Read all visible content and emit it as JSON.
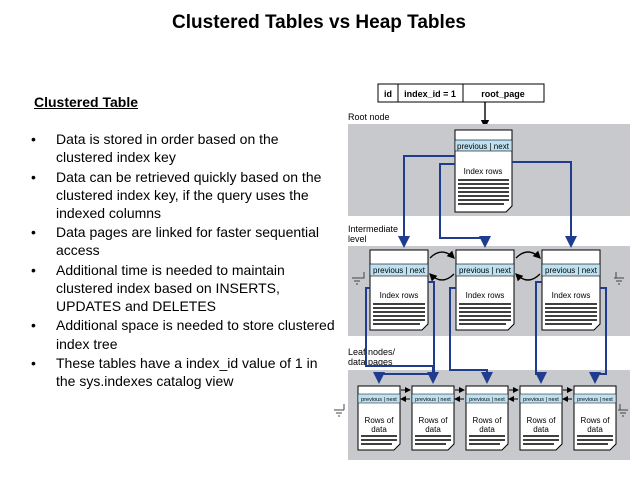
{
  "title": "Clustered Tables vs Heap Tables",
  "section_heading": "Clustered Table",
  "bullets": [
    "Data is stored in order based on the clustered index key",
    "Data can be retrieved quickly based on the clustered index key, if the query uses the indexed columns",
    "Data pages are linked for faster sequential access",
    "Additional time is needed to maintain clustered index based on INSERTS, UPDATES and DELETES",
    "Additional space is needed to store clustered index tree",
    "These tables have a index_id value of 1 in the sys.indexes catalog view"
  ],
  "diagram": {
    "header_cells": [
      "id",
      "index_id = 1",
      "root_page"
    ],
    "root_label": "Root node",
    "intermediate_label_1": "Intermediate",
    "intermediate_label_2": "level",
    "leaf_label_1": "Leaf nodes/",
    "leaf_label_2": "data pages",
    "prev_next": "previous | next",
    "index_rows": "Index rows",
    "rows_of_1": "Rows of",
    "rows_of_2": "data",
    "colors": {
      "band": "#c8c9cc",
      "page_header": "#bfe2f2",
      "link_arrow": "#1f3c8f"
    }
  }
}
